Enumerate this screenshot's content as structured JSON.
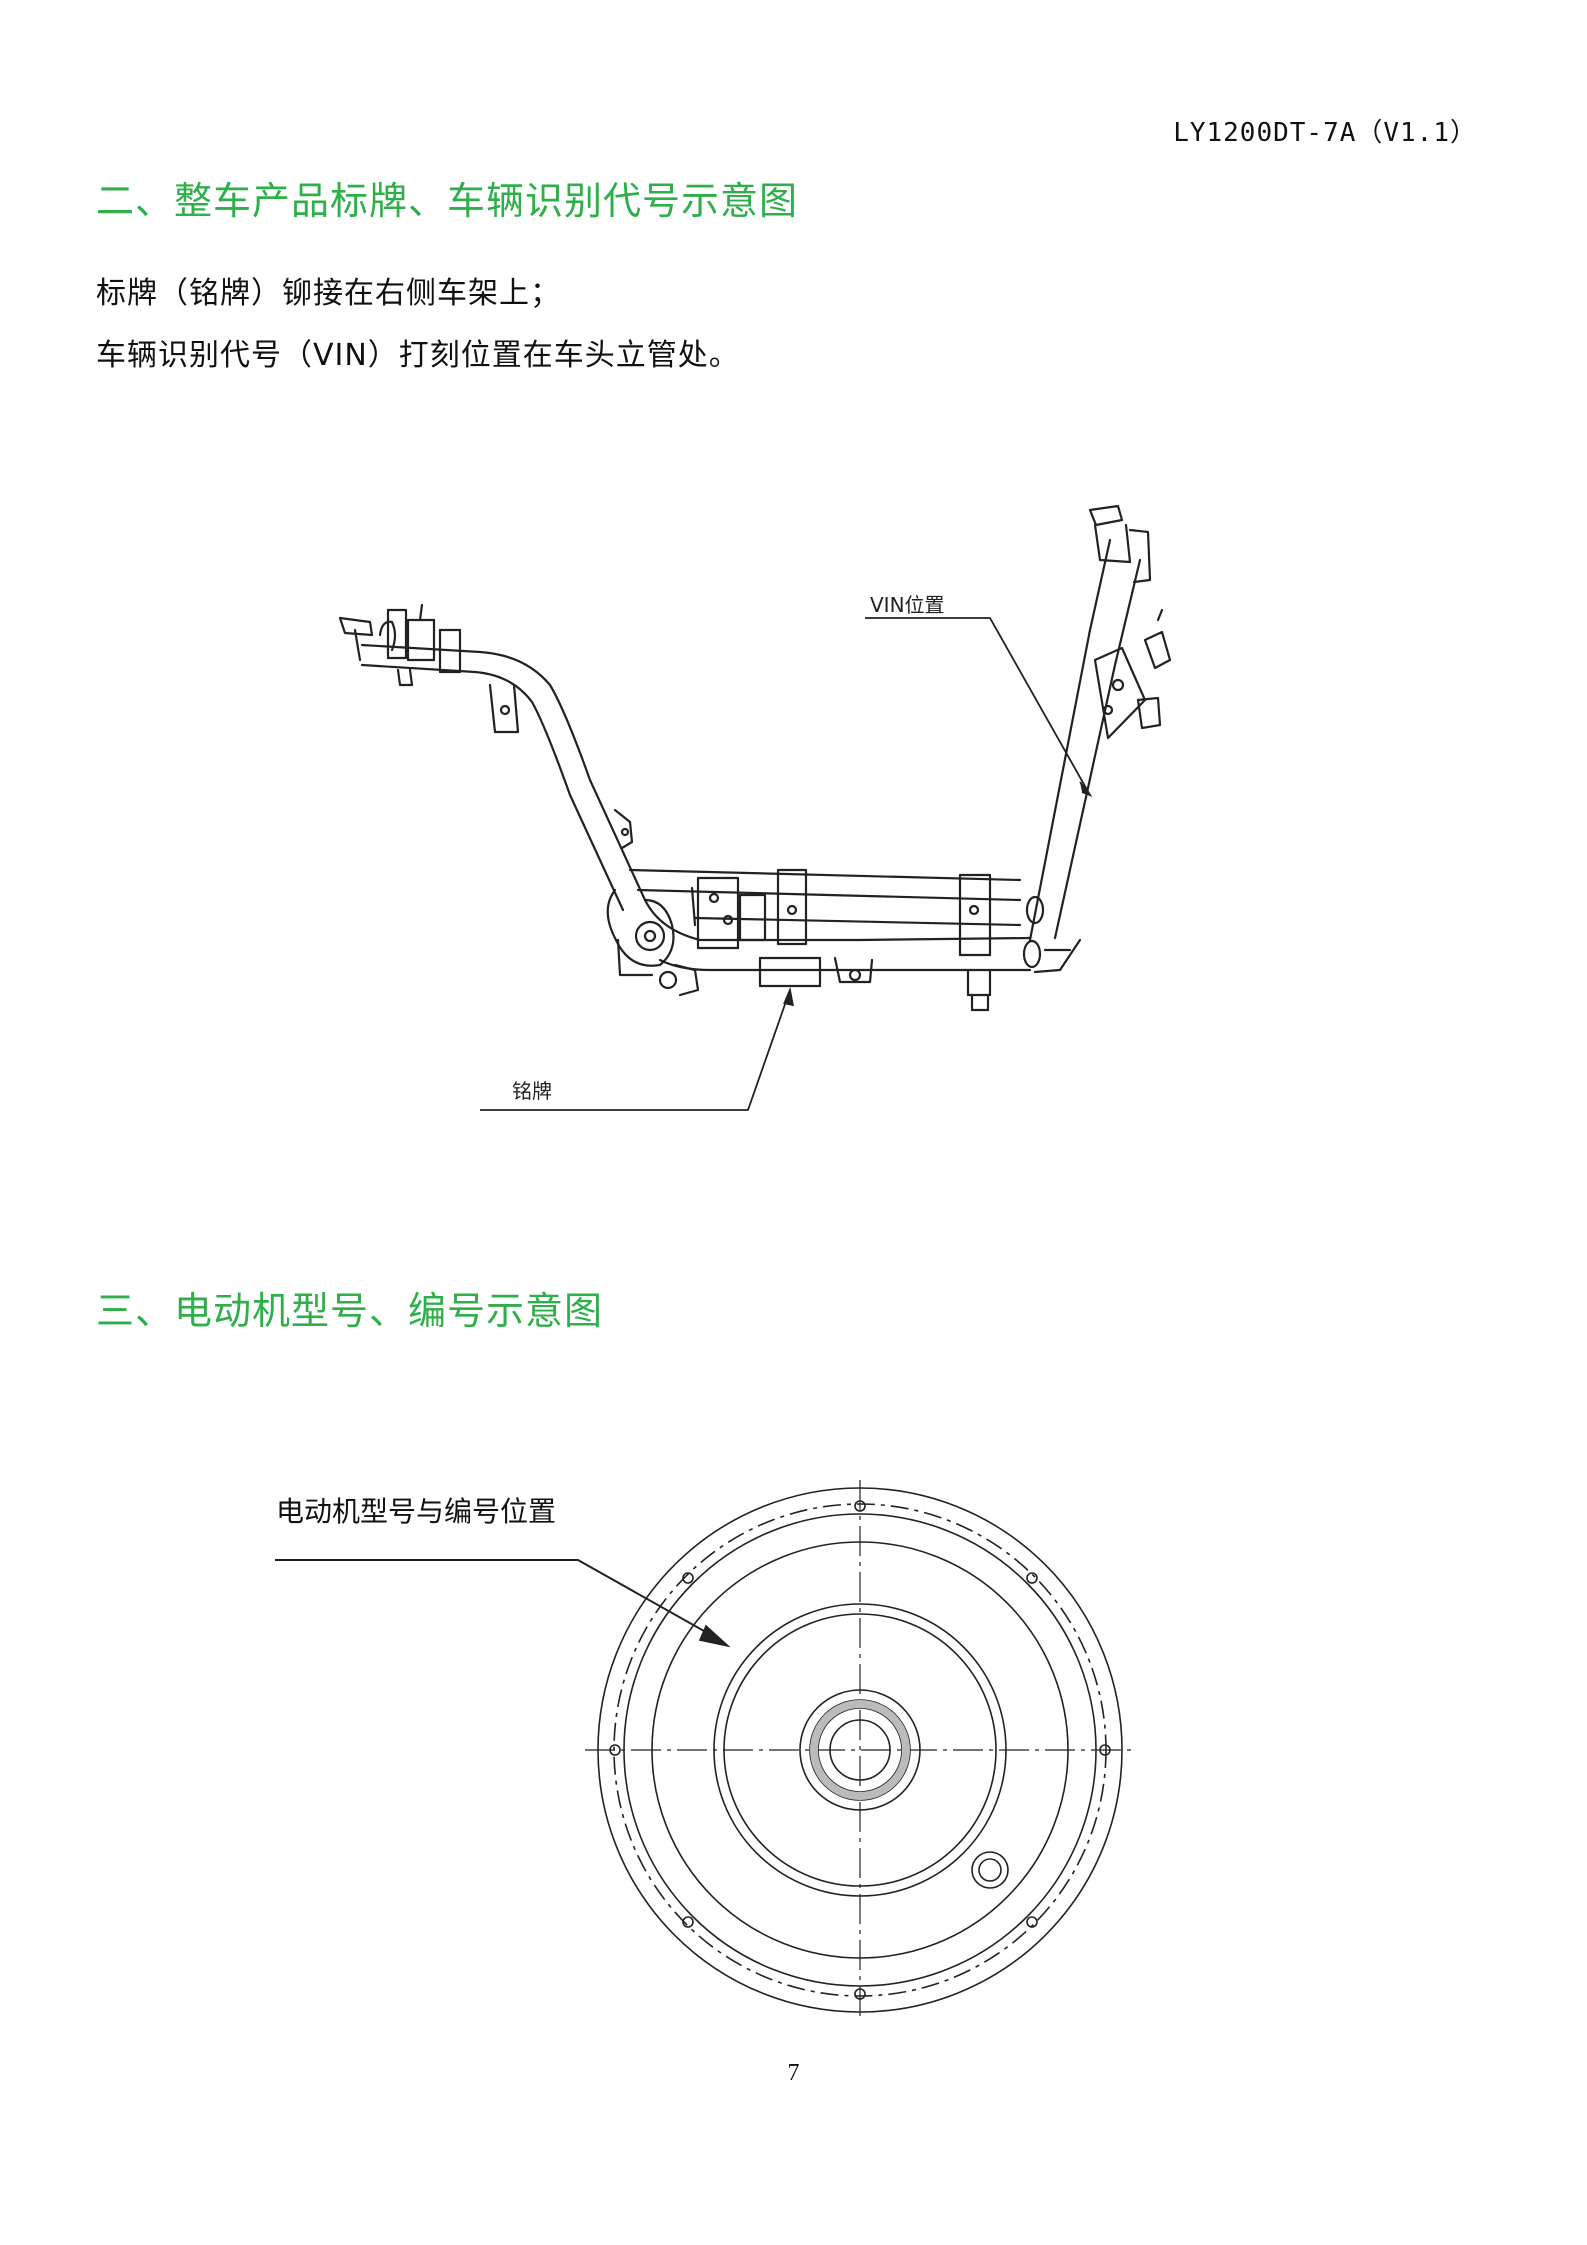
{
  "header": {
    "doc_code": "LY1200DT-7A（V1.1）"
  },
  "section2": {
    "title": "二、整车产品标牌、车辆识别代号示意图",
    "line1": "标牌（铭牌）铆接在右侧车架上；",
    "line2": "车辆识别代号（VIN）打刻位置在车头立管处。",
    "frame_figure": {
      "vin_label": "VIN位置",
      "nameplate_label": "铭牌"
    }
  },
  "section3": {
    "title": "三、电动机型号、编号示意图",
    "motor_figure": {
      "callout_label": "电动机型号与编号位置"
    }
  },
  "footer": {
    "page_number": "7"
  }
}
